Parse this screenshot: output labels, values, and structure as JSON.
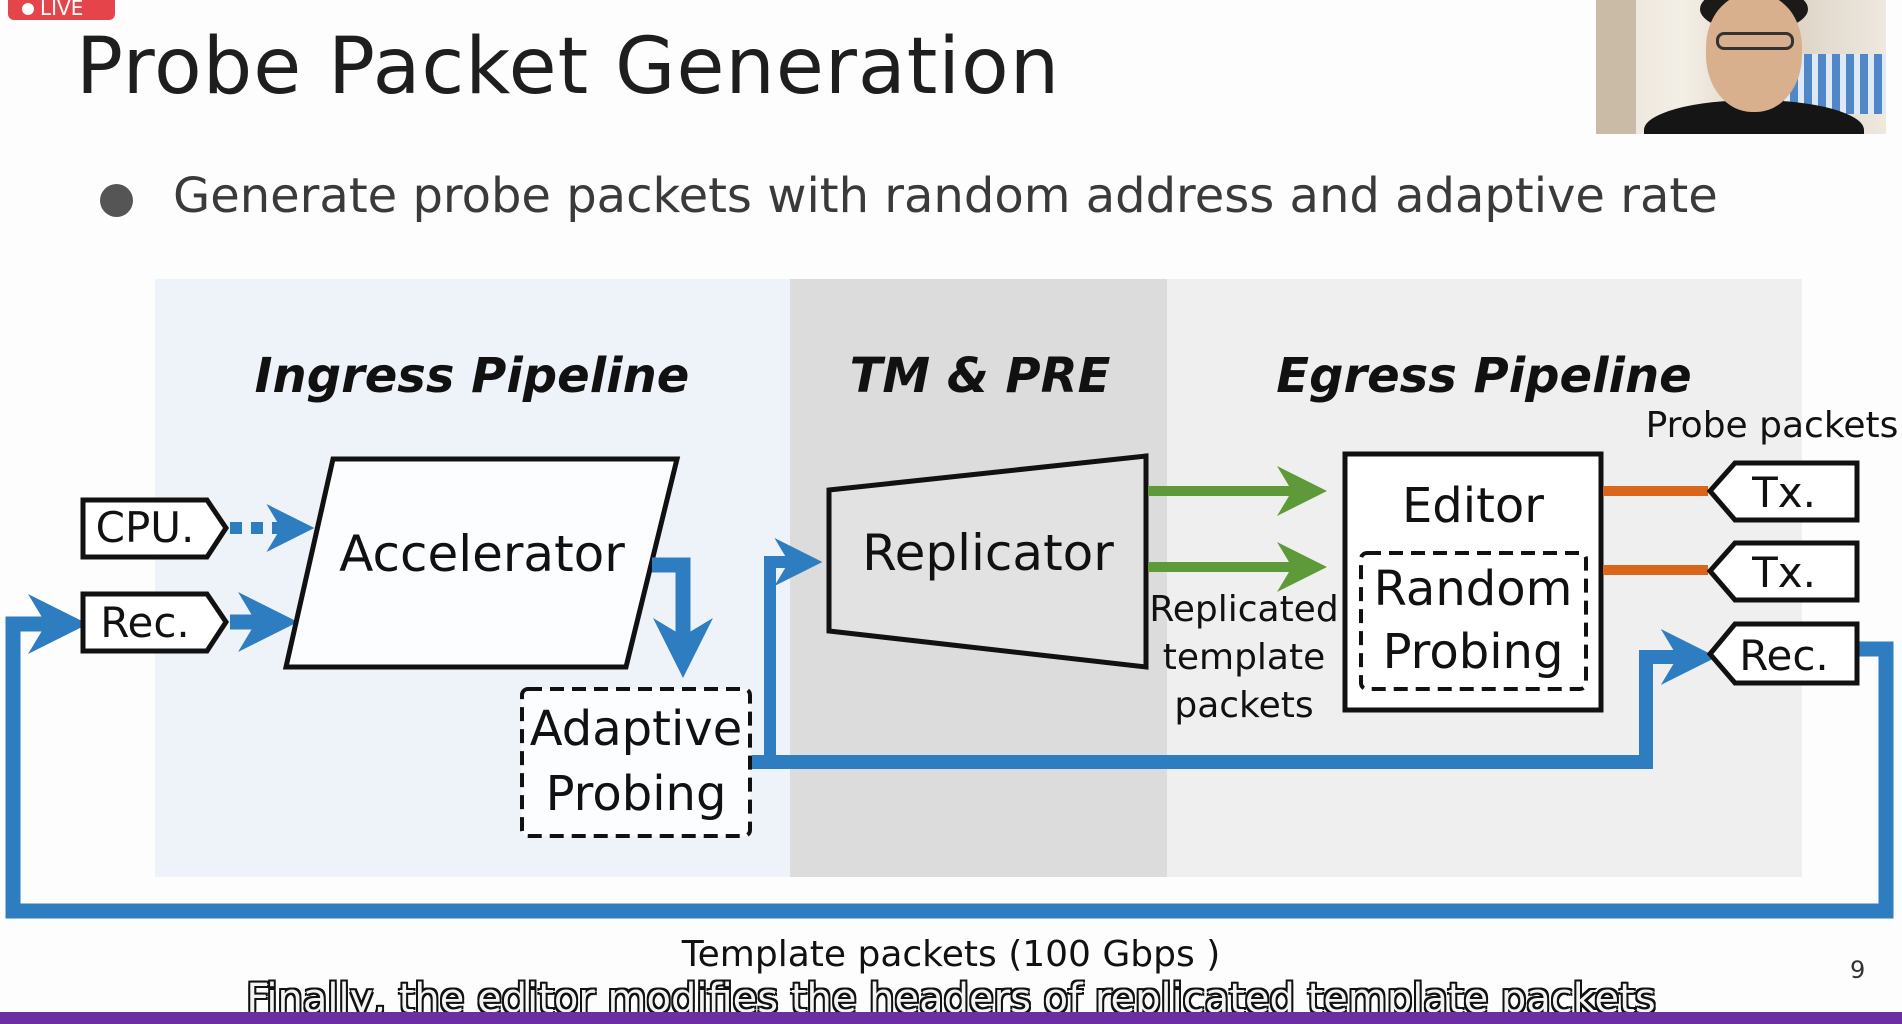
{
  "live_badge": "LIVE",
  "slide": {
    "title": "Probe Packet Generation",
    "bullet": "Generate probe packets with random address and adaptive rate",
    "page_number": "9"
  },
  "diagram": {
    "sections": {
      "ingress": "Ingress Pipeline",
      "tm_pre": "TM & PRE",
      "egress": "Egress Pipeline"
    },
    "ports_left": {
      "cpu": "CPU.",
      "rec": "Rec."
    },
    "accelerator": "Accelerator",
    "adaptive_probing": [
      "Adaptive",
      "Probing"
    ],
    "replicator": "Replicator",
    "replicated_label": [
      "Replicated",
      "template",
      "packets"
    ],
    "editor": "Editor",
    "random_probing": [
      "Random",
      "Probing"
    ],
    "probe_packets_label": "Probe packets",
    "ports_right": {
      "tx1": "Tx.",
      "tx2": "Tx.",
      "rec": "Rec."
    },
    "template_packets_label": "Template packets (100 Gbps )"
  },
  "caption": "Finally, the editor modifies the headers of replicated template packets",
  "colors": {
    "blue_arrow": "#2f7dc1",
    "green_arrow": "#5f9a3a",
    "orange_line": "#d9661b",
    "ingress_bg": "#eef3f9",
    "tm_bg": "#dcdcdc",
    "egress_bg": "#efefef",
    "caption_bar": "#6c2ea3"
  },
  "icons": [
    "live-dot-icon",
    "bullet-dot-icon",
    "arrow-icon"
  ]
}
